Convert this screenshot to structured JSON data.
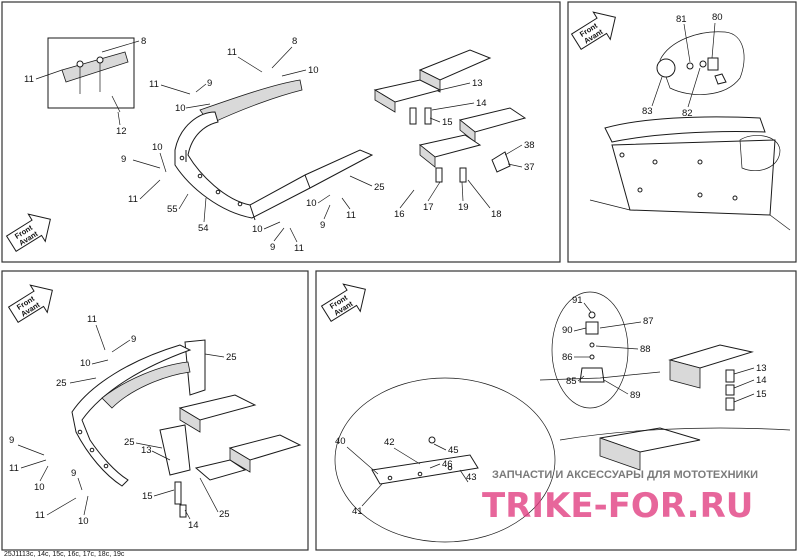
{
  "footer_code": "25J1113c, 14c, 15c, 16c, 17c, 18c, 19c",
  "front_arrow": {
    "line1": "Front",
    "line2": "Avant"
  },
  "watermark": {
    "tagline": "ЗАПЧАСТИ И АКСЕССУАРЫ ДЛЯ МОТОТЕХНИКИ",
    "brand": "TRIKE-FOR.RU",
    "brand_color": "#e03b7f"
  },
  "panels": {
    "top_left": {
      "callouts": [
        "8",
        "11",
        "12",
        "11",
        "8",
        "10",
        "11",
        "9",
        "10",
        "13",
        "14",
        "15",
        "38",
        "37",
        "9",
        "10",
        "11",
        "55",
        "54",
        "25",
        "16",
        "17",
        "19",
        "18",
        "10",
        "11",
        "10",
        "9",
        "9",
        "11"
      ]
    },
    "top_right": {
      "callouts": [
        "81",
        "80",
        "83",
        "82"
      ]
    },
    "bottom_left": {
      "callouts": [
        "11",
        "9",
        "10",
        "25",
        "25",
        "9",
        "11",
        "10",
        "25",
        "13",
        "15",
        "11",
        "9",
        "10",
        "25",
        "14"
      ]
    },
    "bottom_right": {
      "callouts": [
        "91",
        "87",
        "90",
        "88",
        "86",
        "85",
        "89",
        "13",
        "14",
        "15",
        "40",
        "42",
        "45",
        "46",
        "41",
        "43"
      ]
    }
  }
}
